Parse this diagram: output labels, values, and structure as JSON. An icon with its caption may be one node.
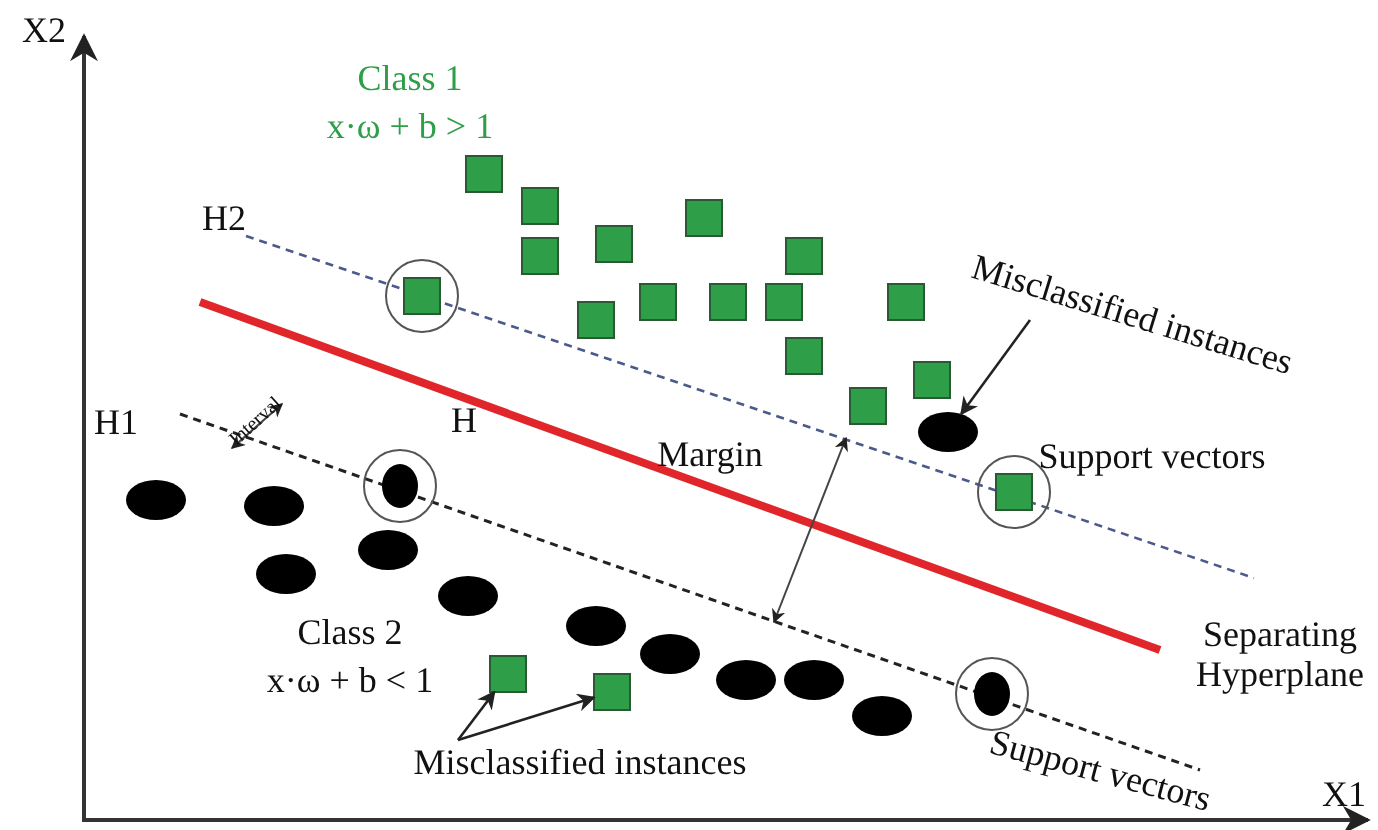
{
  "diagram": {
    "nodes": [
      {
        "text": [
          "Misclassified instances"
        ]
      },
      {
        "text": [
          "Misclassified instances"
        ]
      },
      {
        "text": [],
        "shape": "box"
      },
      {
        "text": [],
        "shape": "box"
      },
      {
        "text": [],
        "shape": "box"
      },
      {
        "text": [],
        "shape": "box"
      },
      {
        "text": [],
        "shape": "box"
      },
      {
        "text": [],
        "shape": "box"
      },
      {
        "text": [],
        "shape": "circle"
      },
      {
        "text": [],
        "shape": "box",
        "in": 8
      },
      {
        "text": [],
        "shape": "box"
      },
      {
        "text": [],
        "shape": "box"
      },
      {
        "text": [],
        "shape": "box"
      },
      {
        "text": [],
        "shape": "box"
      },
      {
        "text": [],
        "shape": "box"
      },
      {
        "text": [],
        "shape": "box"
      },
      {
        "text": [],
        "shape": "box"
      },
      {
        "text": [],
        "shape": "box"
      },
      {
        "text": [],
        "shape": "ellipse"
      },
      {
        "text": [],
        "shape": "circle"
      },
      {
        "text": [],
        "shape": "ellipse",
        "in": 19
      },
      {
        "text": [],
        "shape": "circle"
      },
      {
        "text": [],
        "shape": "box",
        "in": 21
      },
      {
        "text": [],
        "shape": "ellipse"
      },
      {
        "text": [],
        "shape": "ellipse"
      },
      {
        "text": [],
        "shape": "ellipse"
      },
      {
        "text": [],
        "shape": "ellipse"
      },
      {
        "text": [],
        "shape": "ellipse"
      },
      {
        "text": [],
        "shape": "ellipse"
      },
      {
        "text": [],
        "shape": "ellipse"
      },
      {
        "text": [],
        "shape": "box"
      },
      {
        "text": [],
        "shape": "ellipse"
      },
      {
        "text": [],
        "shape": "ellipse"
      },
      {
        "text": [],
        "shape": "box"
      },
      {
        "text": [],
        "shape": "circle"
      },
      {
        "text": [],
        "shape": "ellipse",
        "in": 34
      },
      {
        "text": [],
        "shape": "ellipse"
      }
    ],
    "edges": [
      {
        "from": 0,
        "to": 18,
        "arrow": "to"
      },
      {
        "from": 1,
        "to": 30,
        "arrow": "to"
      },
      {
        "from": 1,
        "to": 33,
        "arrow": "to"
      }
    ],
    "labels": [
      "X2",
      "Class 1",
      "x·ω + b > 1",
      "H2",
      "Interval",
      "H1",
      "H",
      "Margin",
      "Support vectors",
      "Separating Hyperplane",
      "Class 2",
      "x·ω + b < 1",
      "Support vectors",
      "X1"
    ]
  }
}
